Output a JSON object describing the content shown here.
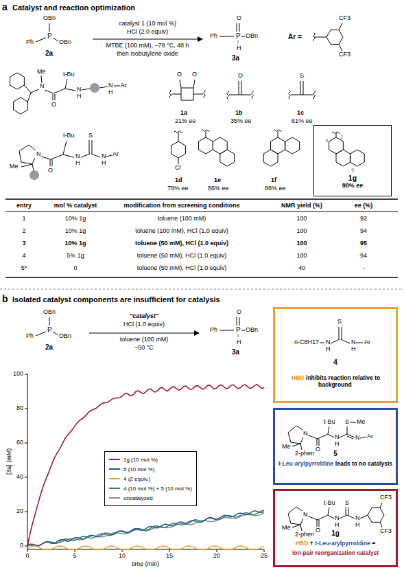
{
  "diagram": {
    "nodes": [
      {
        "text": [
          "1g",
          "90% ee"
        ]
      },
      {
        "text": [
          "4",
          "HBD",
          "inhibits reaction relative to background"
        ]
      },
      {
        "text": [
          "5",
          "t-Leu-arylpyrroldine",
          "leads to no catalysis"
        ]
      },
      {
        "text": [
          "1g",
          "HBD",
          "+",
          "t-Leu-arylpyrroldine",
          "=",
          "ion-pair reorganization catalyst"
        ]
      }
    ],
    "labels": [
      "a",
      "Catalyst and reaction optimization",
      "OBn",
      "Ph",
      "P",
      "OBn",
      "2a",
      "catalyst 1 (10 mol %)",
      "HCl (2.0 equiv)",
      "MTBE (100 mM), –78 °C, 48 h",
      "then isobutylene oxide",
      "O",
      "Ph",
      "P",
      "OBn",
      "H",
      "3a",
      "Ar =",
      "CF3",
      "CF3",
      "Me",
      "N",
      "O",
      "t-Bu",
      "N",
      "H",
      "N",
      "H",
      "Ar",
      "O",
      "O",
      "1a",
      "21% ee",
      "O",
      "1b",
      "35% ee",
      "S",
      "1c",
      "61% ee",
      "Me",
      "N",
      "O",
      "t-Bu",
      "N",
      "H",
      "S",
      "N",
      "H",
      "Ar",
      "Cl",
      "1d",
      "78% ee",
      "1e",
      "86% ee",
      "1f",
      "88% ee",
      "3",
      "2",
      "9",
      "entry",
      "mol % catalyst",
      "modification from screening conditions",
      "NMR yield (%)",
      "ee (%)",
      "1",
      "10% 1g",
      "toluene (100 mM)",
      "100",
      "92",
      "2",
      "10% 1g",
      "toluene (100 mM), HCl (1.0 equiv)",
      "100",
      "94",
      "3",
      "10% 1g",
      "toluene (50 mM), HCl (1.0 equiv)",
      "100",
      "95",
      "4",
      "5% 1g",
      "toluene (50 mM), HCl (1.0 equiv)",
      "100",
      "94",
      "5*",
      "0",
      "toluene (50 mM), HCl (1.0 equiv)",
      "40",
      "-",
      "b",
      "Isolated catalyst components are insufficient for catalysis",
      "OBn",
      "Ph",
      "P",
      "OBn",
      "2a",
      "\"catalyst\"",
      "HCl (1.0 equiv)",
      "toluene (100 mM)",
      "–50 °C",
      "O",
      "Ph",
      "P",
      "OBn",
      "H",
      "3a",
      "100",
      "80",
      "60",
      "40",
      "20",
      "0",
      "[3a] (mM)",
      "0",
      "5",
      "10",
      "15",
      "20",
      "25",
      "time (min)",
      "n-C8H17",
      "N",
      "H",
      "S",
      "N",
      "H",
      "Ar",
      "Me",
      "N",
      "2-phen",
      "t-Bu",
      "O",
      "N",
      "H",
      "S",
      "Me",
      "N",
      "Ar",
      "Me",
      "N",
      "2-phen",
      "t-Bu",
      "O",
      "N",
      "H",
      "S",
      "N",
      "H",
      "CF3",
      "CF3"
    ],
    "legend": [
      {
        "text": "1g (10 mol %)"
      },
      {
        "text": "5 (10 mol %)"
      },
      {
        "text": "4 (2 equiv.)"
      },
      {
        "text": "4 (10 mol %) + 5 (10 mol %)"
      },
      {
        "text": "uncatalyzed"
      }
    ]
  }
}
